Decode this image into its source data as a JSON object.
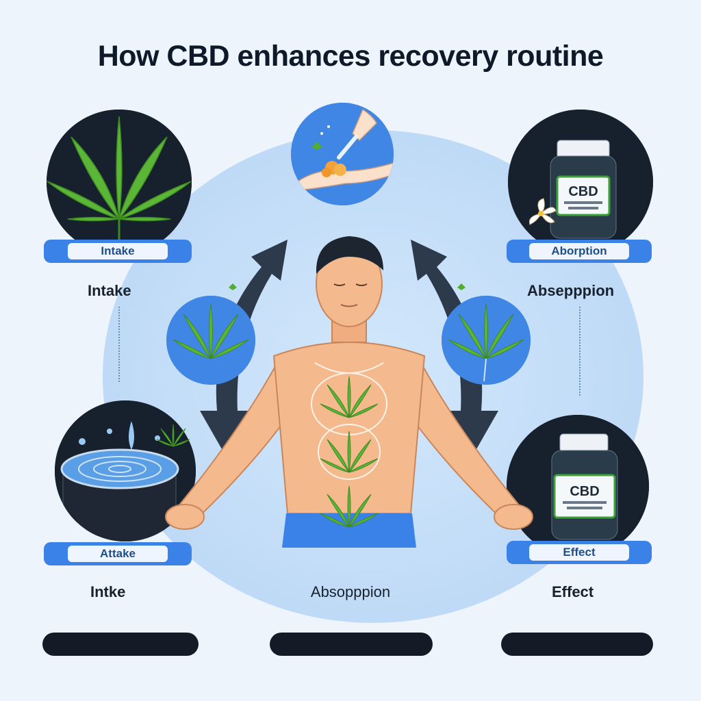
{
  "title": "How CBD enhances recovery routine",
  "steps": {
    "top_left": {
      "pill": "Intake",
      "label": "Intake"
    },
    "top_right": {
      "pill": "Aborption",
      "label": "Absepppion"
    },
    "bottom_left": {
      "pill": "Attake",
      "label": "Intke"
    },
    "bottom_right": {
      "pill": "Effect",
      "label": "Effect"
    },
    "center": {
      "label": "Absopppion"
    }
  },
  "jar_labels": {
    "top": "CBD",
    "bottom": "CBD"
  },
  "colors": {
    "accent": "#3b82e8",
    "dark": "#17202d",
    "leaf": "#5bb536",
    "background": "#edf4fb"
  },
  "icons": [
    "cannabis-leaf-icon",
    "cbd-bottle-icon",
    "water-jar-icon",
    "dropper-hand-icon",
    "curved-arrow-icon"
  ]
}
